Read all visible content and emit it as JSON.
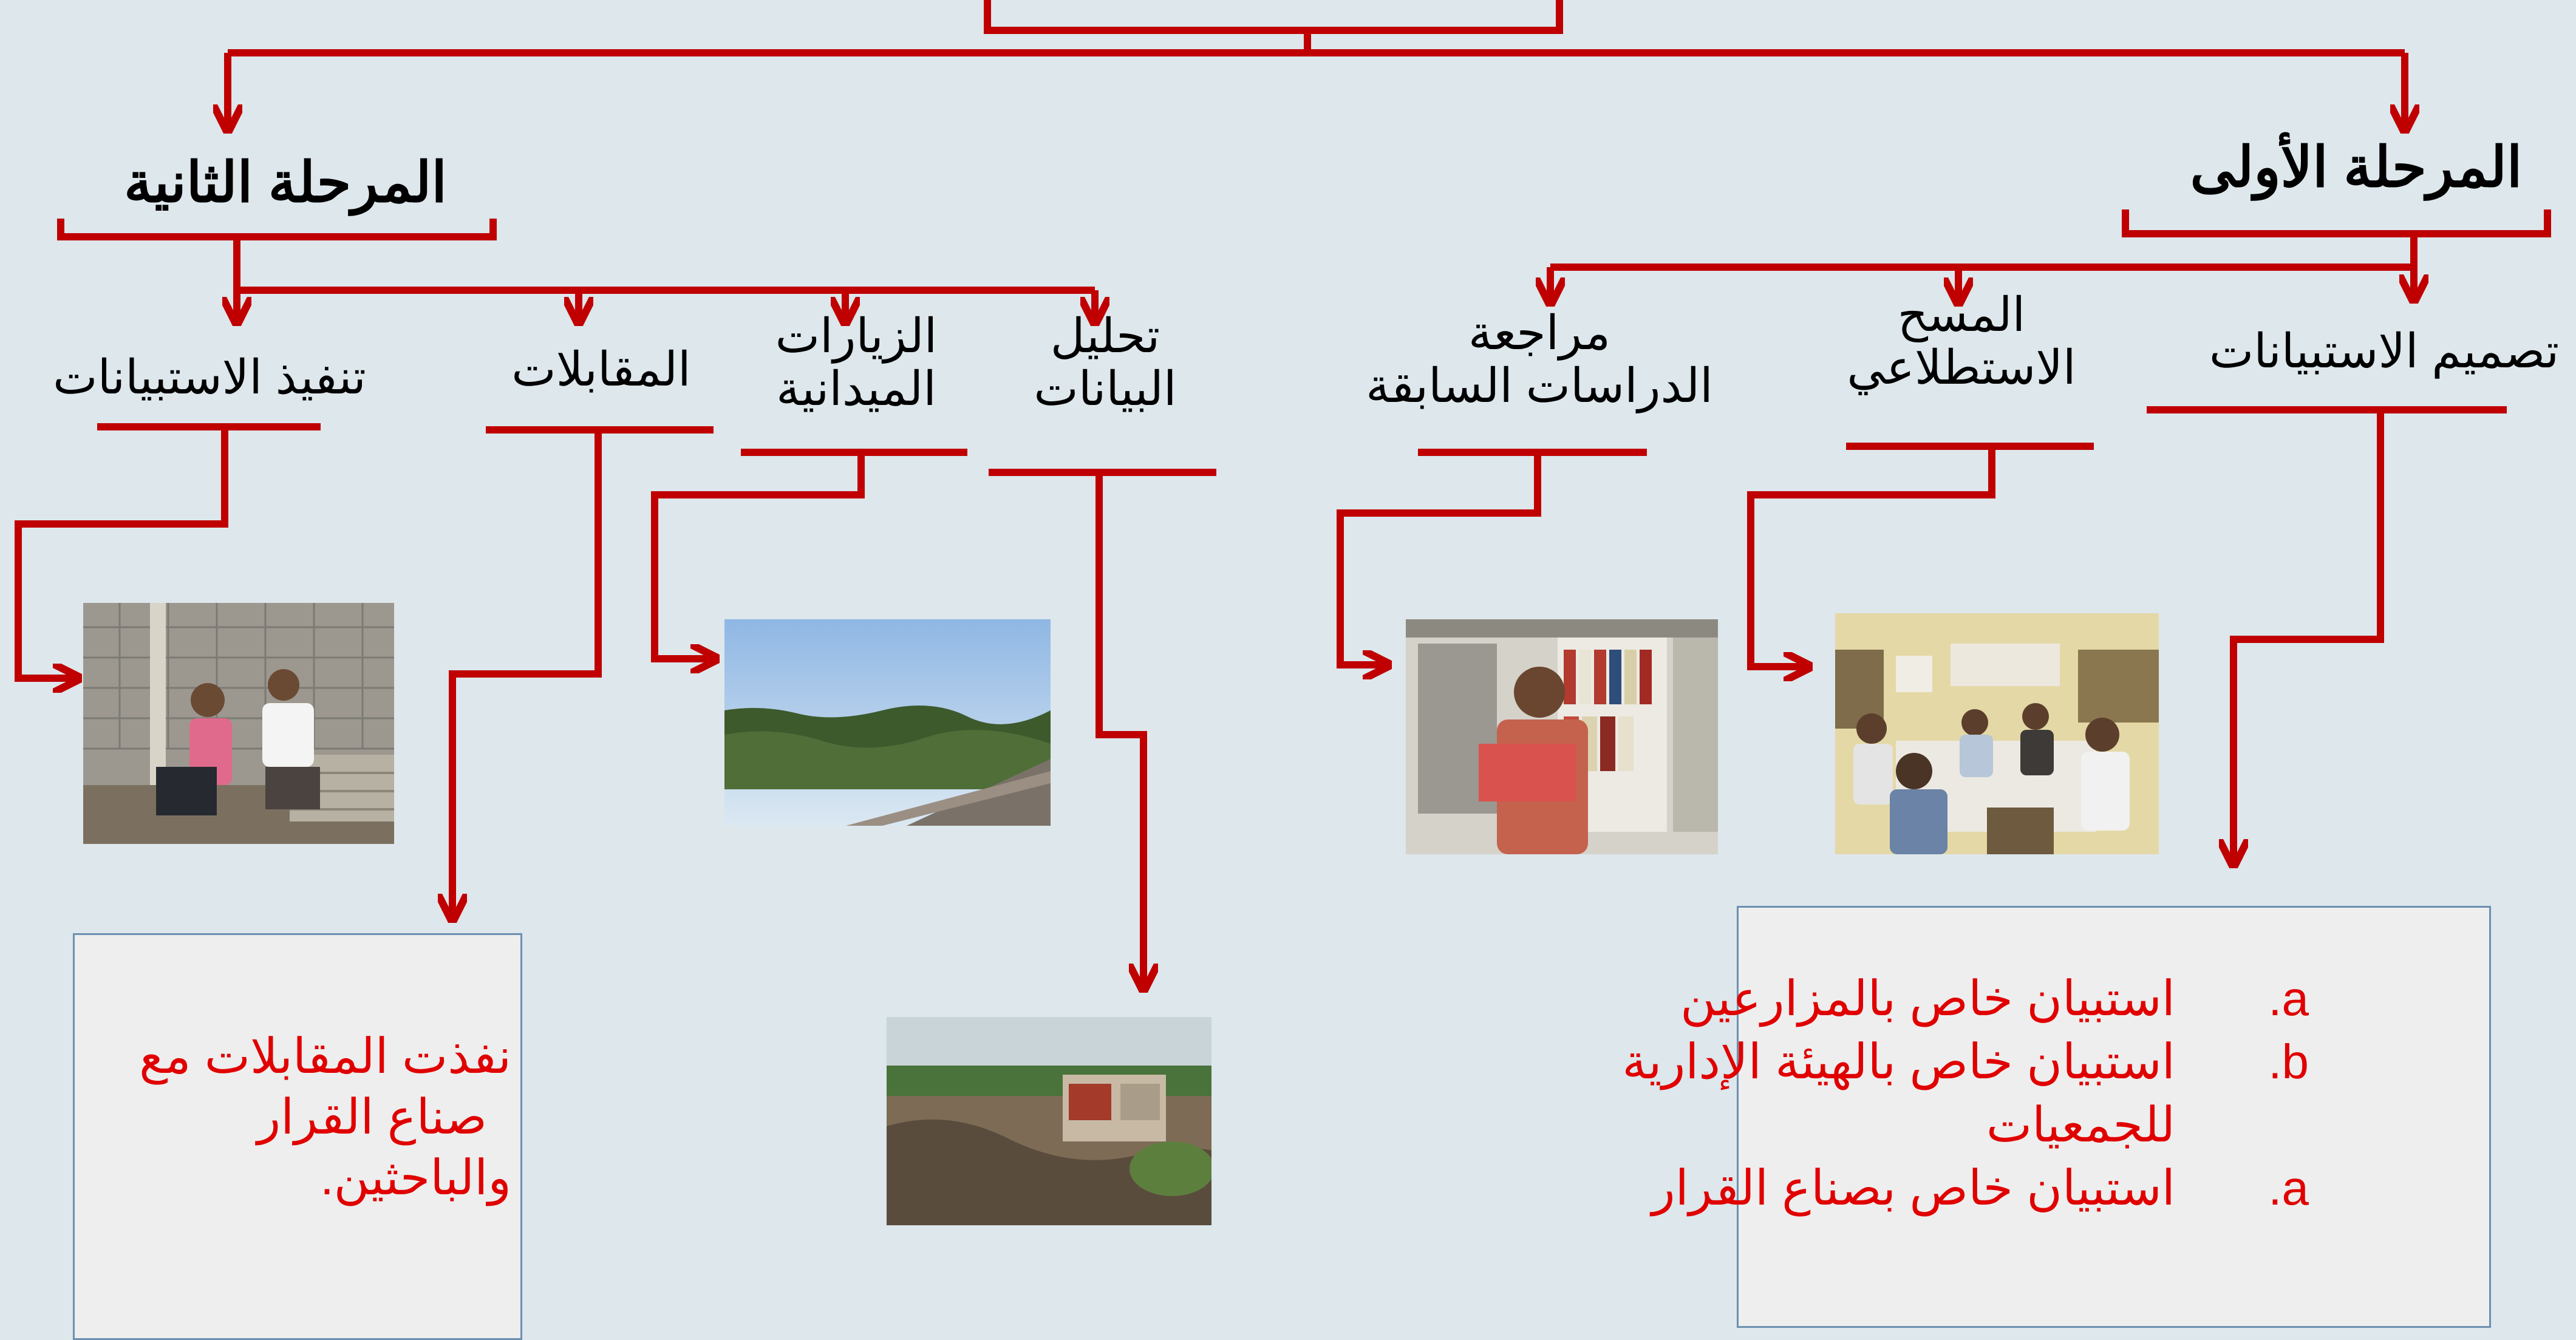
{
  "diagram": {
    "line_color": "#c00000",
    "note_text_color": "#e00000",
    "root": {
      "title": ""
    },
    "phases": {
      "first": {
        "title": "المرحلة الأولى",
        "steps": {
          "questionnaire_design": "تصميم الاستبيانات",
          "survey_line1": "المسح",
          "survey_line2": "الاستطلاعي",
          "literature_line1": "مراجعة",
          "literature_line2": "الدراسات السابقة"
        },
        "questionnaire_list": [
          {
            "marker": "a.",
            "text": "استبيان خاص بالمزارعين"
          },
          {
            "marker": "b.",
            "text": "استبيان خاص بالهيئة الإدارية"
          },
          {
            "marker": "",
            "text": "للجمعيات"
          },
          {
            "marker": "a.",
            "text": "استبيان خاص بصناع القرار"
          }
        ]
      },
      "second": {
        "title": "المرحلة الثانية",
        "steps": {
          "questionnaire_execution": "تنفيذ الاستبيانات",
          "interviews": "المقابلات",
          "field_visits_line1": "الزيارات",
          "field_visits_line2": "الميدانية",
          "data_analysis_line1": "تحليل",
          "data_analysis_line2": "البيانات"
        },
        "interviews_note": {
          "line1": "نفذت المقابلات مع",
          "line2": "صناع القرار",
          "line3": "والباحثين."
        }
      }
    },
    "photos": {
      "fieldwork_interview": "photo-interview",
      "field_visit_landscape": "photo-landscape",
      "data_analysis_site": "photo-site",
      "literature_reading": "photo-reading",
      "survey_meeting": "photo-meeting"
    }
  }
}
